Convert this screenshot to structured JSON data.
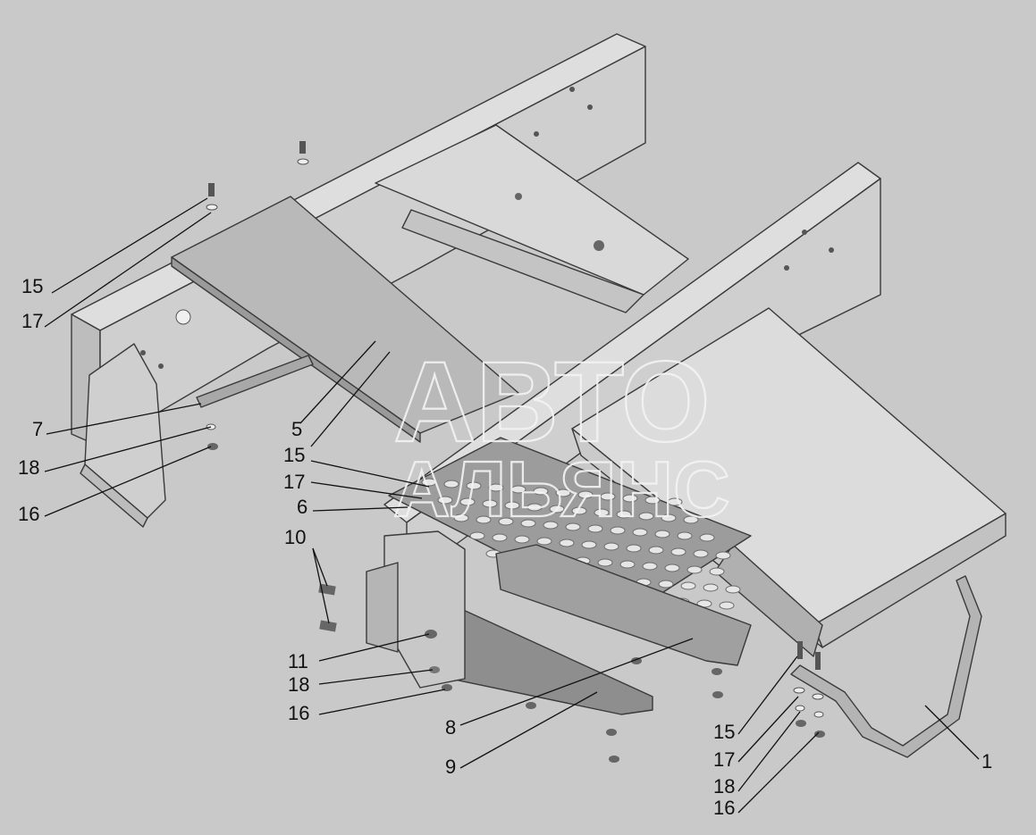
{
  "watermark": {
    "line1": "АВТО",
    "line2": "АЛЬЯНС"
  },
  "callouts": [
    {
      "id": "c15a",
      "text": "15"
    },
    {
      "id": "c17a",
      "text": "17"
    },
    {
      "id": "c7",
      "text": "7"
    },
    {
      "id": "c18a",
      "text": "18"
    },
    {
      "id": "c16a",
      "text": "16"
    },
    {
      "id": "c5",
      "text": "5"
    },
    {
      "id": "c15b",
      "text": "15"
    },
    {
      "id": "c17b",
      "text": "17"
    },
    {
      "id": "c6",
      "text": "6"
    },
    {
      "id": "c10",
      "text": "10"
    },
    {
      "id": "c11",
      "text": "11"
    },
    {
      "id": "c18b",
      "text": "18"
    },
    {
      "id": "c16b",
      "text": "16"
    },
    {
      "id": "c8",
      "text": "8"
    },
    {
      "id": "c9",
      "text": "9"
    },
    {
      "id": "c15c",
      "text": "15"
    },
    {
      "id": "c17c",
      "text": "17"
    },
    {
      "id": "c18c",
      "text": "18"
    },
    {
      "id": "c16c",
      "text": "16"
    },
    {
      "id": "c1",
      "text": "1"
    }
  ]
}
